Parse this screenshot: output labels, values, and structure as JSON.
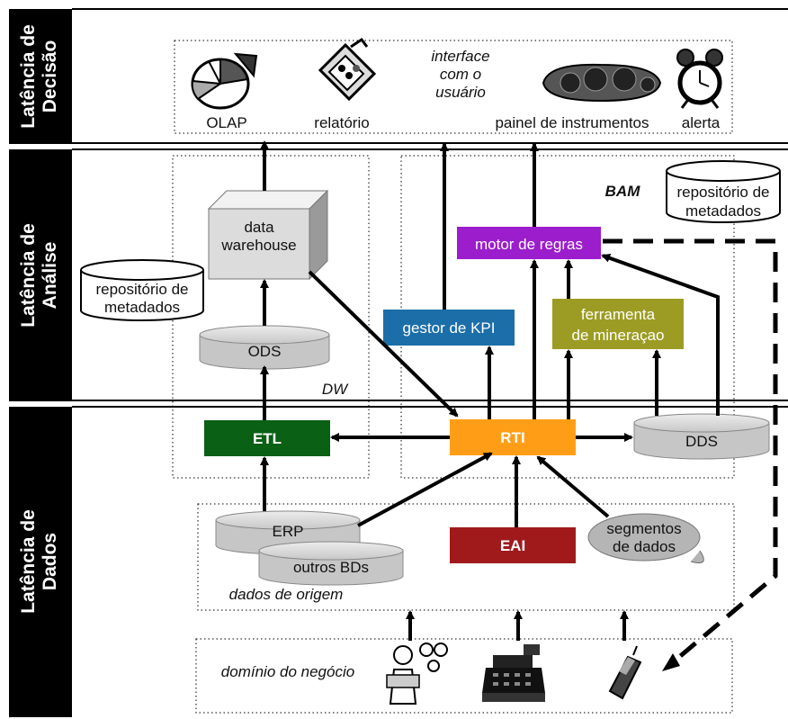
{
  "bands": {
    "decision": [
      "Latência de",
      "Decisão"
    ],
    "analysis": [
      "Latência de",
      "Análise"
    ],
    "data": [
      "Latência de",
      "Dados"
    ]
  },
  "top": {
    "olap": "OLAP",
    "relatorio": "relatório",
    "interface": [
      "interface",
      "com o",
      "usuário"
    ],
    "painel": "painel de instrumentos",
    "alerta": "alerta"
  },
  "analysis": {
    "data_warehouse": [
      "data",
      "warehouse"
    ],
    "repo_left": [
      "repositório de",
      "metadados"
    ],
    "ods": "ODS",
    "dw": "DW",
    "bam": "BAM",
    "repo_right": [
      "repositório de",
      "metadados"
    ],
    "motor": "motor de regras",
    "kpi": "gestor de KPI",
    "mineracao": [
      "ferramenta",
      "de mineraçao"
    ]
  },
  "data_layer": {
    "etl": "ETL",
    "rti": "RTI",
    "dds": "DDS",
    "erp": "ERP",
    "outros": "outros BDs",
    "eai": "EAI",
    "segmentos": [
      "segmentos",
      "de dados"
    ],
    "origem": "dados de origem",
    "dominio": "domínio do negócio"
  },
  "colors": {
    "etl": "#0a6014",
    "rti": "#ff9e16",
    "eai": "#a01a1c",
    "motor": "#9b1dcc",
    "kpi": "#1c6ea8",
    "mineracao": "#9c9c24",
    "band": "#000000"
  }
}
